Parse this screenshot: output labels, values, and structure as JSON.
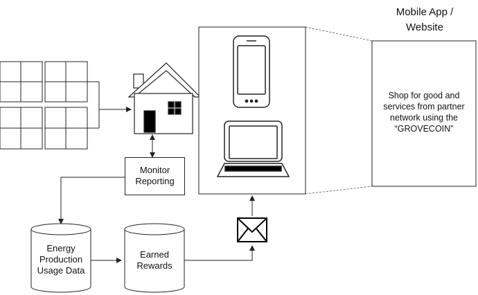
{
  "diagram": {
    "app_title": "Mobile App / Website",
    "app_title_line1": "Mobile App /",
    "app_title_line2": "Website",
    "shop_text_line1": "Shop for good and",
    "shop_text_line2": "services from partner",
    "shop_text_line3": "network using the",
    "shop_text_line4": "“GROVECOIN”",
    "monitor_line1": "Monitor",
    "monitor_line2": "Reporting",
    "energy_line1": "Energy",
    "energy_line2": "Production",
    "energy_line3": "Usage Data",
    "rewards_line1": "Earned",
    "rewards_line2": "Rewards"
  }
}
